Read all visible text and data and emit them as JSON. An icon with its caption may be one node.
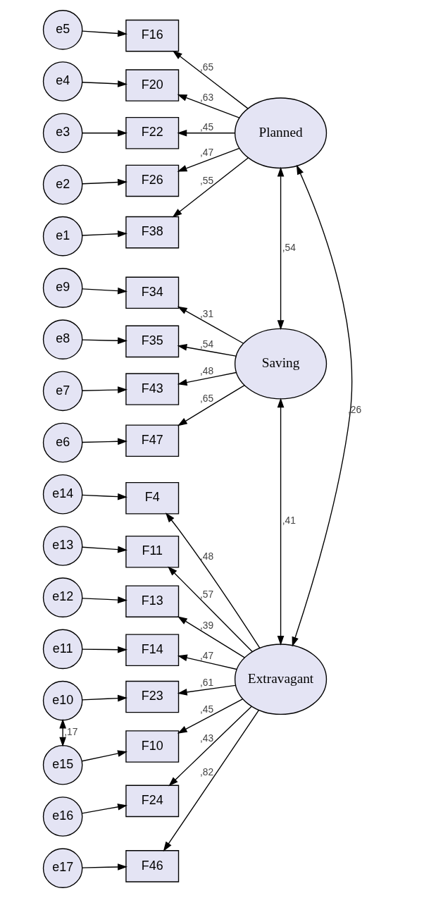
{
  "diagram": {
    "nodes": [
      {
        "text": [
          "e5"
        ]
      },
      {
        "text": [
          "F16"
        ]
      },
      {
        "text": [
          "e4"
        ]
      },
      {
        "text": [
          "F20"
        ]
      },
      {
        "text": [
          "Planned"
        ]
      },
      {
        "text": [
          "e3"
        ]
      },
      {
        "text": [
          "F22"
        ]
      },
      {
        "text": [
          "e2"
        ]
      },
      {
        "text": [
          "F26"
        ]
      },
      {
        "text": [
          "e1"
        ]
      },
      {
        "text": [
          "F38"
        ]
      },
      {
        "text": [
          "e9"
        ]
      },
      {
        "text": [
          "F34"
        ]
      },
      {
        "text": [
          "e8"
        ]
      },
      {
        "text": [
          "F35"
        ]
      },
      {
        "text": [
          "Saving"
        ]
      },
      {
        "text": [
          "e7"
        ]
      },
      {
        "text": [
          "F43"
        ]
      },
      {
        "text": [
          "e6"
        ]
      },
      {
        "text": [
          "F47"
        ]
      },
      {
        "text": [
          "e14"
        ]
      },
      {
        "text": [
          "F4"
        ]
      },
      {
        "text": [
          "e13"
        ]
      },
      {
        "text": [
          "F11"
        ]
      },
      {
        "text": [
          "e12"
        ]
      },
      {
        "text": [
          "F13"
        ]
      },
      {
        "text": [
          "e11"
        ]
      },
      {
        "text": [
          "F14"
        ]
      },
      {
        "text": [
          "Extravagant"
        ]
      },
      {
        "text": [
          "e10"
        ]
      },
      {
        "text": [
          "F23"
        ]
      },
      {
        "text": [
          "e15"
        ]
      },
      {
        "text": [
          "F10"
        ]
      },
      {
        "text": [
          "e16"
        ]
      },
      {
        "text": [
          "F24"
        ]
      },
      {
        "text": [
          "e17"
        ]
      },
      {
        "text": [
          "F46"
        ]
      }
    ],
    "edges": [
      {
        "from": 0,
        "to": 1,
        "arrow": "to"
      },
      {
        "from": 2,
        "to": 3,
        "arrow": "to"
      },
      {
        "from": 5,
        "to": 6,
        "arrow": "to"
      },
      {
        "from": 7,
        "to": 8,
        "arrow": "to"
      },
      {
        "from": 9,
        "to": 10,
        "arrow": "to"
      },
      {
        "from": 11,
        "to": 12,
        "arrow": "to"
      },
      {
        "from": 13,
        "to": 14,
        "arrow": "to"
      },
      {
        "from": 16,
        "to": 17,
        "arrow": "to"
      },
      {
        "from": 18,
        "to": 19,
        "arrow": "to"
      },
      {
        "from": 20,
        "to": 21,
        "arrow": "to"
      },
      {
        "from": 22,
        "to": 23,
        "arrow": "to"
      },
      {
        "from": 24,
        "to": 25,
        "arrow": "to"
      },
      {
        "from": 26,
        "to": 27,
        "arrow": "to"
      },
      {
        "from": 29,
        "to": 30,
        "arrow": "to"
      },
      {
        "from": 31,
        "to": 32,
        "arrow": "to"
      },
      {
        "from": 33,
        "to": 34,
        "arrow": "to"
      },
      {
        "from": 35,
        "to": 36,
        "arrow": "to"
      },
      {
        "from": 4,
        "to": 1,
        "arrow": "to",
        "label": ",65"
      },
      {
        "from": 4,
        "to": 3,
        "arrow": "to",
        "label": ",63"
      },
      {
        "from": 4,
        "to": 6,
        "arrow": "to",
        "label": ",45"
      },
      {
        "from": 4,
        "to": 8,
        "arrow": "to",
        "label": ",47"
      },
      {
        "from": 4,
        "to": 10,
        "arrow": "to",
        "label": ",55"
      },
      {
        "from": 15,
        "to": 12,
        "arrow": "to",
        "label": ",31"
      },
      {
        "from": 15,
        "to": 14,
        "arrow": "to",
        "label": ",54"
      },
      {
        "from": 15,
        "to": 17,
        "arrow": "to",
        "label": ",48"
      },
      {
        "from": 15,
        "to": 19,
        "arrow": "to",
        "label": ",65"
      },
      {
        "from": 28,
        "to": 21,
        "arrow": "to",
        "label": ",48"
      },
      {
        "from": 28,
        "to": 23,
        "arrow": "to",
        "label": ",57"
      },
      {
        "from": 28,
        "to": 25,
        "arrow": "to",
        "label": ",39"
      },
      {
        "from": 28,
        "to": 27,
        "arrow": "to",
        "label": ",47"
      },
      {
        "from": 28,
        "to": 30,
        "arrow": "to",
        "label": ",61"
      },
      {
        "from": 28,
        "to": 32,
        "arrow": "to",
        "label": ",45"
      },
      {
        "from": 28,
        "to": 34,
        "arrow": "to",
        "label": ",43"
      },
      {
        "from": 28,
        "to": 36,
        "arrow": "to",
        "label": ",82"
      },
      {
        "from": 4,
        "to": 15,
        "arrow": "both",
        "label": ",54"
      },
      {
        "from": 15,
        "to": 28,
        "arrow": "both",
        "label": ",41"
      },
      {
        "from": 4,
        "to": 28,
        "arrow": "both",
        "label": ",26"
      },
      {
        "from": 29,
        "to": 31,
        "arrow": "both",
        "label": ",17"
      }
    ]
  }
}
